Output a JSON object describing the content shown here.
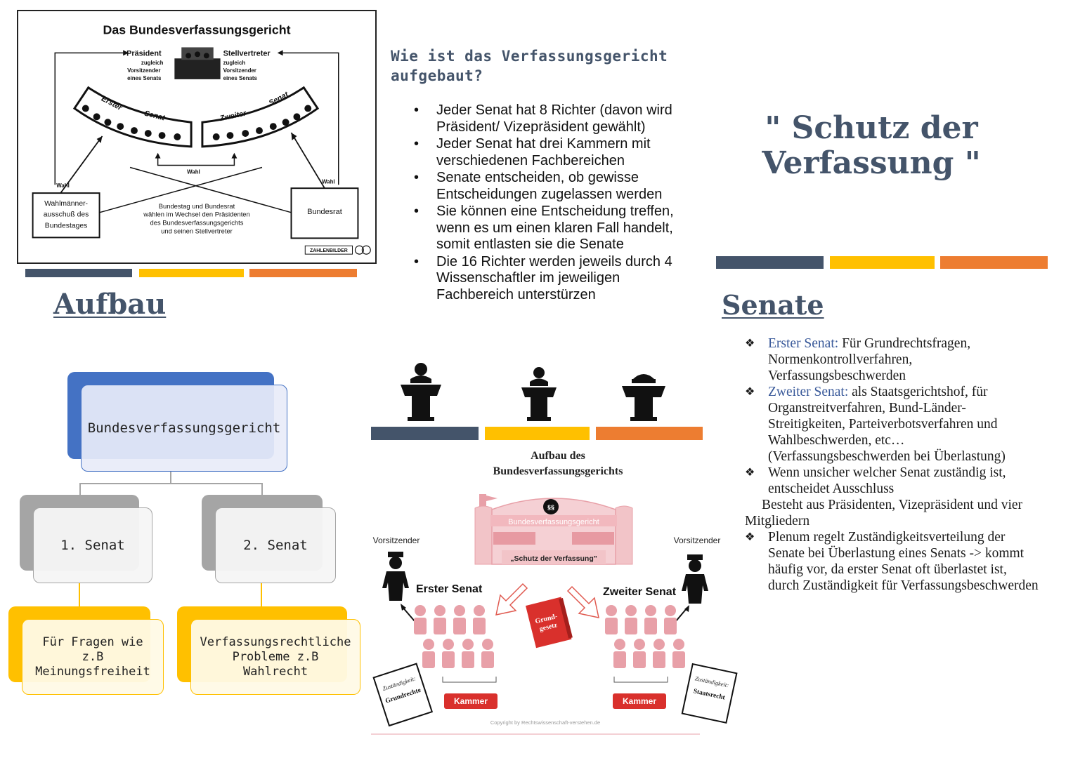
{
  "diagram_top": {
    "title": "Das Bundesverfassungsgericht",
    "president": "Präsident",
    "president_note": [
      "zugleich",
      "Vorsitzender",
      "eines Senats"
    ],
    "vice": "Stellvertreter",
    "vice_note": [
      "zugleich",
      "Vorsitzender",
      "eines Senats"
    ],
    "first_senate": [
      "Erster",
      "Senat"
    ],
    "second_senate": [
      "Zweiter",
      "Senat"
    ],
    "wahl": "Wahl",
    "left_box": [
      "Wahlmänner-",
      "ausschuß des",
      "Bundestages"
    ],
    "right_box": "Bundesrat",
    "center_text": [
      "Bundestag und Bundesrat",
      "wählen im Wechsel den Präsidenten",
      "des Bundesverfassungsgerichts",
      "und seinen Stellvertreter"
    ],
    "source": "ZAHLENBILDER"
  },
  "headings": {
    "aufbau": "Aufbau",
    "senate": "Senate"
  },
  "question": "Wie ist das Verfassungsgericht aufgebaut?",
  "bullets": [
    "Jeder Senat hat 8 Richter (davon wird Präsident/ Vizepräsident gewählt)",
    "Jeder Senat hat drei Kammern mit verschiedenen Fachbereichen",
    "Senate entscheiden, ob gewisse Entscheidungen zugelassen werden",
    "Sie können eine Entscheidung treffen, wenn es um einen klaren Fall handelt, somit entlasten sie die Senate",
    "Die 16 Richter werden jeweils durch 4 Wissenschaftler im jeweiligen Fachbereich unterstürzen"
  ],
  "schutz_title": "\" Schutz der Verfassung \"",
  "senate_items": {
    "first_label": "Erster Senat:",
    "first_text": " Für Grundrechtsfragen, Normenkontrollverfahren, Verfassungsbeschwerden",
    "second_label": "Zweiter Senat:",
    "second_text": " als Staatsgerichtshof, für Organstreitverfahren, Bund-Länder-Streitigkeiten, Parteiverbotsverfahren und Wahlbeschwerden, etc… (Verfassungsbeschwerden bei Überlastung)",
    "third_text": "Wenn unsicher welcher Senat zuständig ist, entscheidet Ausschluss",
    "third_cont": "Besteht aus Präsidenten, Vizepräsident und vier Mitgliedern",
    "fourth_text": "Plenum regelt Zuständigkeitsverteilung der Senate bei Überlastung eines Senats -> kommt häufig vor, da erster Senat oft überlastet ist, durch Zuständigkeit für Verfassungsbeschwerden"
  },
  "org_chart": {
    "root": "Bundesverfassungsgericht",
    "senate1": "1. Senat",
    "senate2": "2. Senat",
    "leaf1": "Für Fragen wie z.B Meinungsfreiheit",
    "leaf2": "Verfassungsrechtliche Probleme z.B Wahlrecht"
  },
  "diagram_bottom": {
    "title1": "Aufbau des",
    "title2": "Bundesverfassungsgerichts",
    "building_label": "Bundesverfassungsgericht",
    "paragraph": "§§",
    "motto": "„Schutz der Verfassung\"",
    "chair_left": "Vorsitzender",
    "chair_right": "Vorsitzender",
    "first_senate": "Erster Senat",
    "second_senate": "Zweiter Senat",
    "book": [
      "Grund-",
      "gesetz"
    ],
    "kammer_left": "Kammer",
    "kammer_right": "Kammer",
    "doc_left": [
      "Zuständigkeit:",
      "Grundrechte"
    ],
    "doc_right": [
      "Zuständigkeit:",
      "Staatsrecht"
    ],
    "copyright": "Copyright by Rechtswissenschaft-verstehen.de"
  },
  "colors": {
    "navy": "#44546a",
    "gold": "#ffc000",
    "orange": "#ed7d31",
    "blue": "#4472c4",
    "grey": "#a5a5a5",
    "pink": "#e8a0a8",
    "red": "#d9302c"
  },
  "icons": [
    "podium-icon",
    "podium-icon",
    "podium-icon"
  ]
}
